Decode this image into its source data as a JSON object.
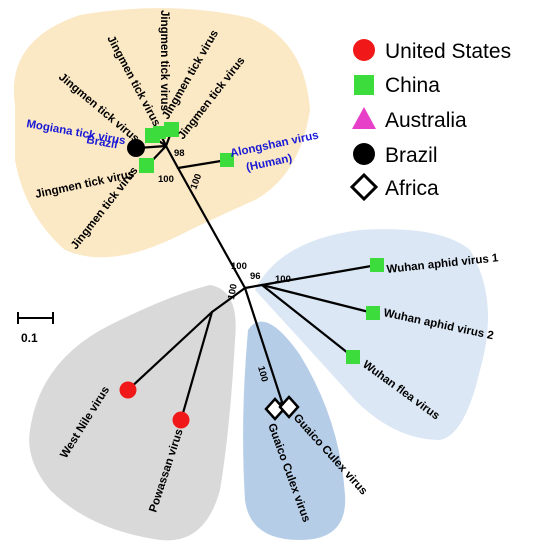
{
  "legend": {
    "items": [
      {
        "label": "United States",
        "shape": "circle",
        "color": "#f01818"
      },
      {
        "label": "China",
        "shape": "square",
        "color": "#3ddc3d"
      },
      {
        "label": "Australia",
        "shape": "triangle",
        "color": "#e83fc9"
      },
      {
        "label": "Brazil",
        "shape": "circle",
        "color": "#000000"
      },
      {
        "label": "Africa",
        "shape": "diamond",
        "color": "#ffffff"
      }
    ]
  },
  "scale_bar": {
    "value": "0.1"
  },
  "clades": {
    "jingmen": {
      "color": "#fbe8c4"
    },
    "wuhan": {
      "color": "#dbe7f4"
    },
    "guaico": {
      "color": "#b6cde8"
    },
    "flavi": {
      "color": "#d9d9d9"
    }
  },
  "taxa": {
    "jingmen_1": "Jingmen tick virus",
    "jingmen_2": "Jingmen tick virus",
    "jingmen_3": "Jingmen tick virus",
    "jingmen_4": "Jingmen tick virus",
    "jingmen_5": "Jingmen tick virus",
    "jingmen_6": "Jingmen tick virus",
    "mogiana_1": "Mogiana tick virus",
    "mogiana_2": "Brazil",
    "alongshan_1": "Alongshan virus",
    "alongshan_2": "(Human)",
    "wuhan_aphid_1": "Wuhan aphid virus 1",
    "wuhan_aphid_2": "Wuhan aphid virus 2",
    "wuhan_flea": "Wuhan flea virus",
    "guaico_1": "Guaico Culex virus",
    "guaico_2": "Guaico Culex virus",
    "west_nile": "West Nile virus",
    "powassan": "Powassan virus"
  },
  "bootstrap": {
    "b_98": "98",
    "b_100_jingmen": "100",
    "b_100_alongshan": "100",
    "b_100_root": "100",
    "b_96": "96",
    "b_100_wuhan": "100",
    "b_100_flavi": "100",
    "b_100_guaico": "100"
  }
}
